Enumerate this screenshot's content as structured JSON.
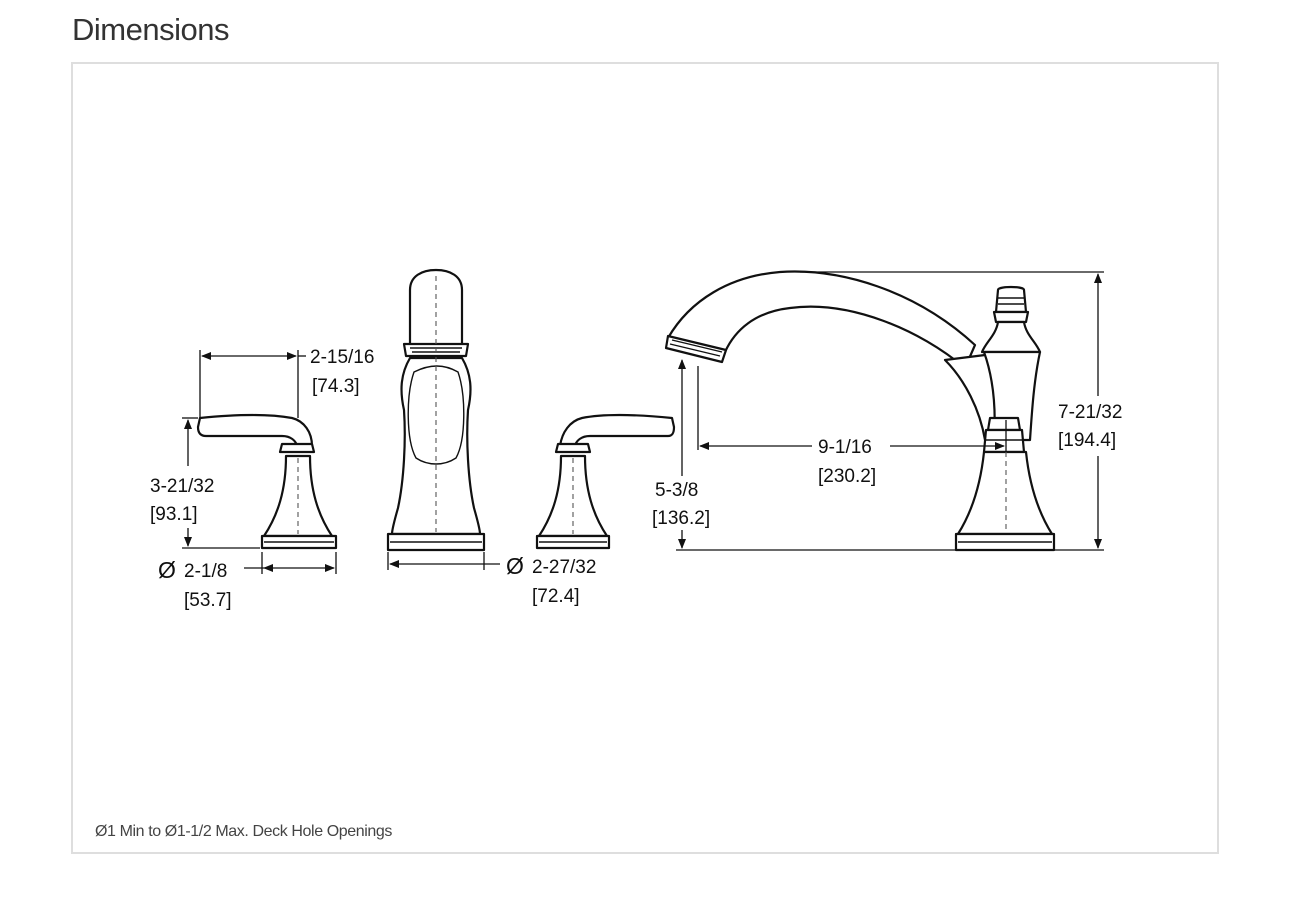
{
  "heading": "Dimensions",
  "footnote": "Ø1 Min to Ø1-1/2 Max. Deck Hole Openings",
  "dimensions": {
    "handle_reach": {
      "fraction": "2-15/16",
      "metric": "[74.3]"
    },
    "handle_height": {
      "fraction": "3-21/32",
      "metric": "[93.1]"
    },
    "handle_base_dia": {
      "symbol": "Ø",
      "fraction": "2-1/8",
      "metric": "[53.7]"
    },
    "spout_base_dia": {
      "symbol": "Ø",
      "fraction": "2-27/32",
      "metric": "[72.4]"
    },
    "spout_outlet_height": {
      "fraction": "5-3/8",
      "metric": "[136.2]"
    },
    "spout_reach": {
      "fraction": "9-1/16",
      "metric": "[230.2]"
    },
    "overall_height": {
      "fraction": "7-21/32",
      "metric": "[194.4]"
    }
  },
  "colors": {
    "line": "#111111",
    "frame": "#dedede",
    "heading": "#333333"
  }
}
